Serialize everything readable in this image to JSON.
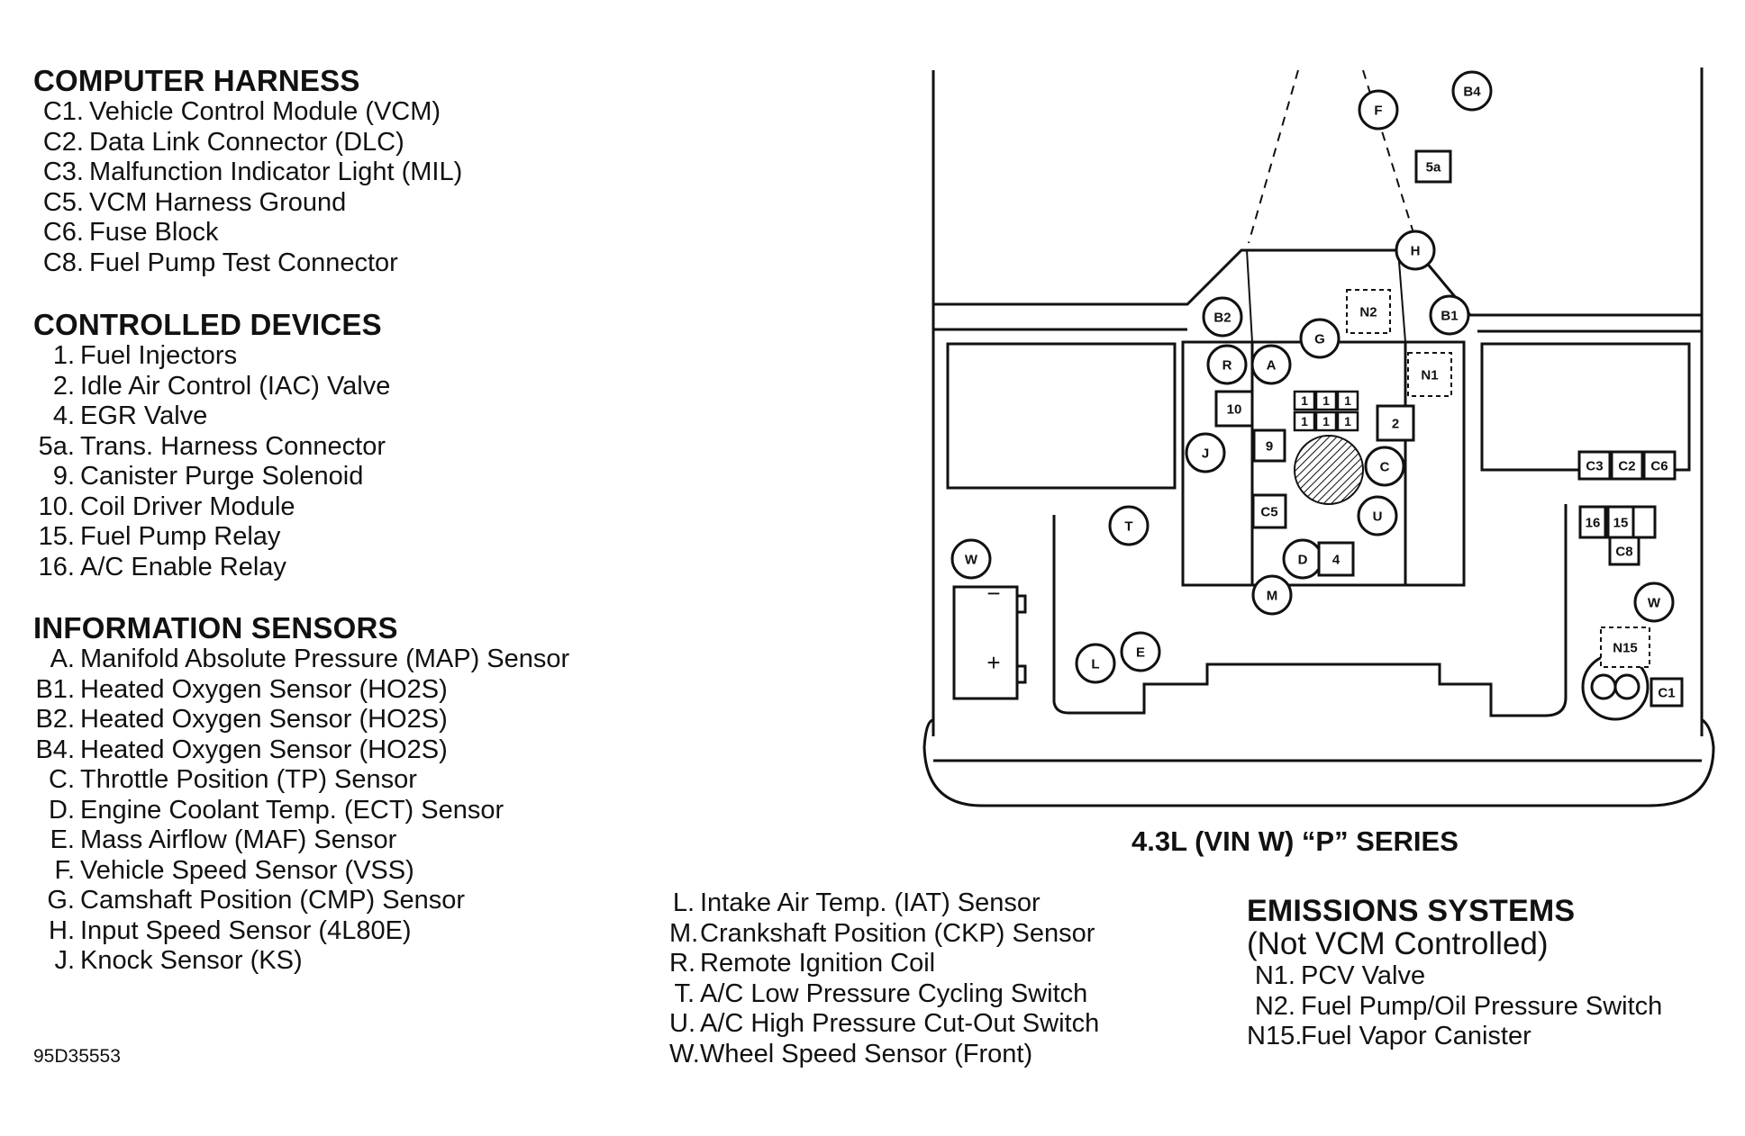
{
  "computer_harness": {
    "title": "COMPUTER HARNESS",
    "items": [
      {
        "code": "C1.",
        "label": "Vehicle Control Module (VCM)"
      },
      {
        "code": "C2.",
        "label": "Data Link Connector (DLC)"
      },
      {
        "code": "C3.",
        "label": "Malfunction Indicator Light (MIL)"
      },
      {
        "code": "C5.",
        "label": "VCM Harness Ground"
      },
      {
        "code": "C6.",
        "label": "Fuse Block"
      },
      {
        "code": "C8.",
        "label": "Fuel Pump Test Connector"
      }
    ]
  },
  "controlled_devices": {
    "title": "CONTROLLED DEVICES",
    "items": [
      {
        "code": "1.",
        "label": "Fuel Injectors"
      },
      {
        "code": "2.",
        "label": "Idle Air Control (IAC) Valve"
      },
      {
        "code": "4.",
        "label": "EGR Valve"
      },
      {
        "code": "5a.",
        "label": "Trans. Harness Connector"
      },
      {
        "code": "9.",
        "label": "Canister Purge Solenoid"
      },
      {
        "code": "10.",
        "label": "Coil Driver Module"
      },
      {
        "code": "15.",
        "label": "Fuel Pump Relay"
      },
      {
        "code": "16.",
        "label": "A/C Enable Relay"
      }
    ]
  },
  "information_sensors": {
    "title": "INFORMATION SENSORS",
    "items": [
      {
        "code": "A.",
        "label": "Manifold Absolute Pressure (MAP) Sensor"
      },
      {
        "code": "B1.",
        "label": "Heated Oxygen Sensor (HO2S)"
      },
      {
        "code": "B2.",
        "label": "Heated Oxygen Sensor (HO2S)"
      },
      {
        "code": "B4.",
        "label": "Heated Oxygen Sensor (HO2S)"
      },
      {
        "code": "C.",
        "label": "Throttle Position (TP) Sensor"
      },
      {
        "code": "D.",
        "label": "Engine Coolant Temp. (ECT) Sensor"
      },
      {
        "code": "E.",
        "label": "Mass Airflow (MAF) Sensor"
      },
      {
        "code": "F.",
        "label": "Vehicle Speed Sensor (VSS)"
      },
      {
        "code": "G.",
        "label": "Camshaft Position (CMP) Sensor"
      },
      {
        "code": "H.",
        "label": "Input Speed Sensor (4L80E)"
      },
      {
        "code": "J.",
        "label": "Knock Sensor (KS)"
      }
    ],
    "items_continued": [
      {
        "code": "L.",
        "label": "Intake Air Temp. (IAT) Sensor"
      },
      {
        "code": "M.",
        "label": "Crankshaft Position (CKP) Sensor"
      },
      {
        "code": "R.",
        "label": "Remote Ignition Coil"
      },
      {
        "code": "T.",
        "label": "A/C Low Pressure Cycling Switch"
      },
      {
        "code": "U.",
        "label": "A/C High Pressure Cut-Out Switch"
      },
      {
        "code": "W.",
        "label": "Wheel Speed Sensor (Front)"
      }
    ]
  },
  "emissions_systems": {
    "title": "EMISSIONS SYSTEMS",
    "subtitle": "(Not VCM Controlled)",
    "items": [
      {
        "code": "N1.",
        "label": "PCV Valve"
      },
      {
        "code": "N2.",
        "label": "Fuel Pump/Oil Pressure Switch"
      },
      {
        "code": "N15.",
        "label": "Fuel Vapor Canister"
      }
    ]
  },
  "diagram": {
    "caption": "4.3L (VIN W) “P” SERIES",
    "reference_number": "95D35553",
    "circle_markers": [
      "F",
      "B4",
      "H",
      "B2",
      "B1",
      "G",
      "R",
      "A",
      "J",
      "C",
      "U",
      "T",
      "W",
      "D",
      "M",
      "L",
      "E",
      "W"
    ],
    "square_markers": [
      "5a",
      "10",
      "9",
      "2",
      "C5",
      "4",
      "C3",
      "C2",
      "C6",
      "16",
      "15",
      "C8",
      "C1"
    ],
    "injector_markers": [
      "1",
      "1",
      "1",
      "1",
      "1",
      "1"
    ],
    "dashed_markers": [
      "N2",
      "N1",
      "N15"
    ],
    "battery_symbols": [
      "−",
      "+"
    ]
  }
}
